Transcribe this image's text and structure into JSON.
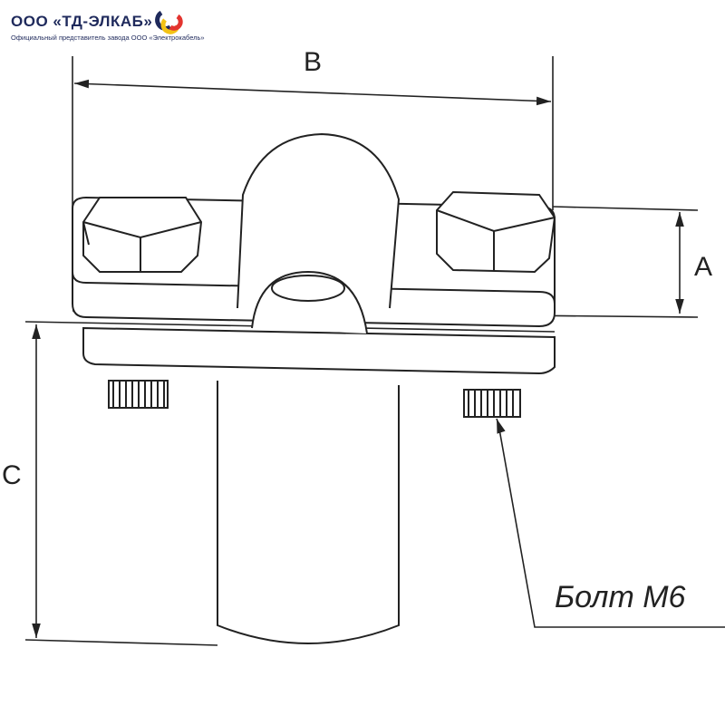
{
  "logo": {
    "company": "ООО «ТД-ЭЛКАБ»",
    "tagline": "Официальный представитель завода ООО «Электрокабель»"
  },
  "dimensions": {
    "a": "A",
    "b": "B",
    "c": "C"
  },
  "callout": {
    "bolt": "Болт М6"
  },
  "colors": {
    "logo_blue": "#1f2a5c",
    "logo_yellow": "#f3c316",
    "logo_red": "#e3342f",
    "line": "#222222"
  }
}
